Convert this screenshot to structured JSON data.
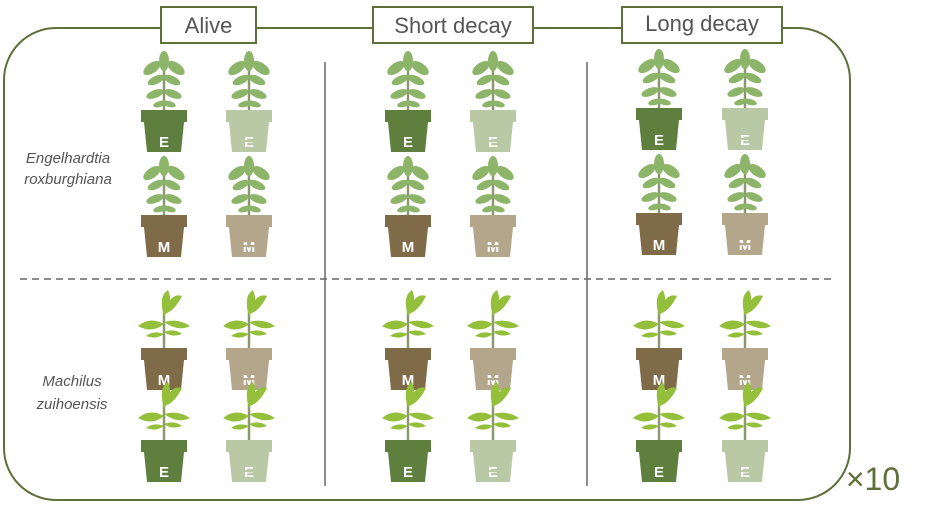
{
  "treatments": [
    "Alive",
    "Short decay",
    "Long decay"
  ],
  "species": [
    {
      "name_line1": "Engelhardtia",
      "name_line2": "roxburghiana"
    },
    {
      "name_line1": "Machilus",
      "name_line2": "zuihoensis"
    }
  ],
  "pot_labels": {
    "ectomycorrhizal": "E",
    "arbuscular": "M"
  },
  "replicates_label": "×10",
  "colors": {
    "outline": "#5f6f3a",
    "frame_line": "#666666",
    "E_live": "#5f7f3e",
    "E_dead": "#b9c9a6",
    "M_live": "#806b49",
    "M_dead": "#b4a68b",
    "leaf_engelhardtia": "#8db56a",
    "leaf_machilus": "#93bf3a",
    "stem": "#8a9a6e"
  }
}
